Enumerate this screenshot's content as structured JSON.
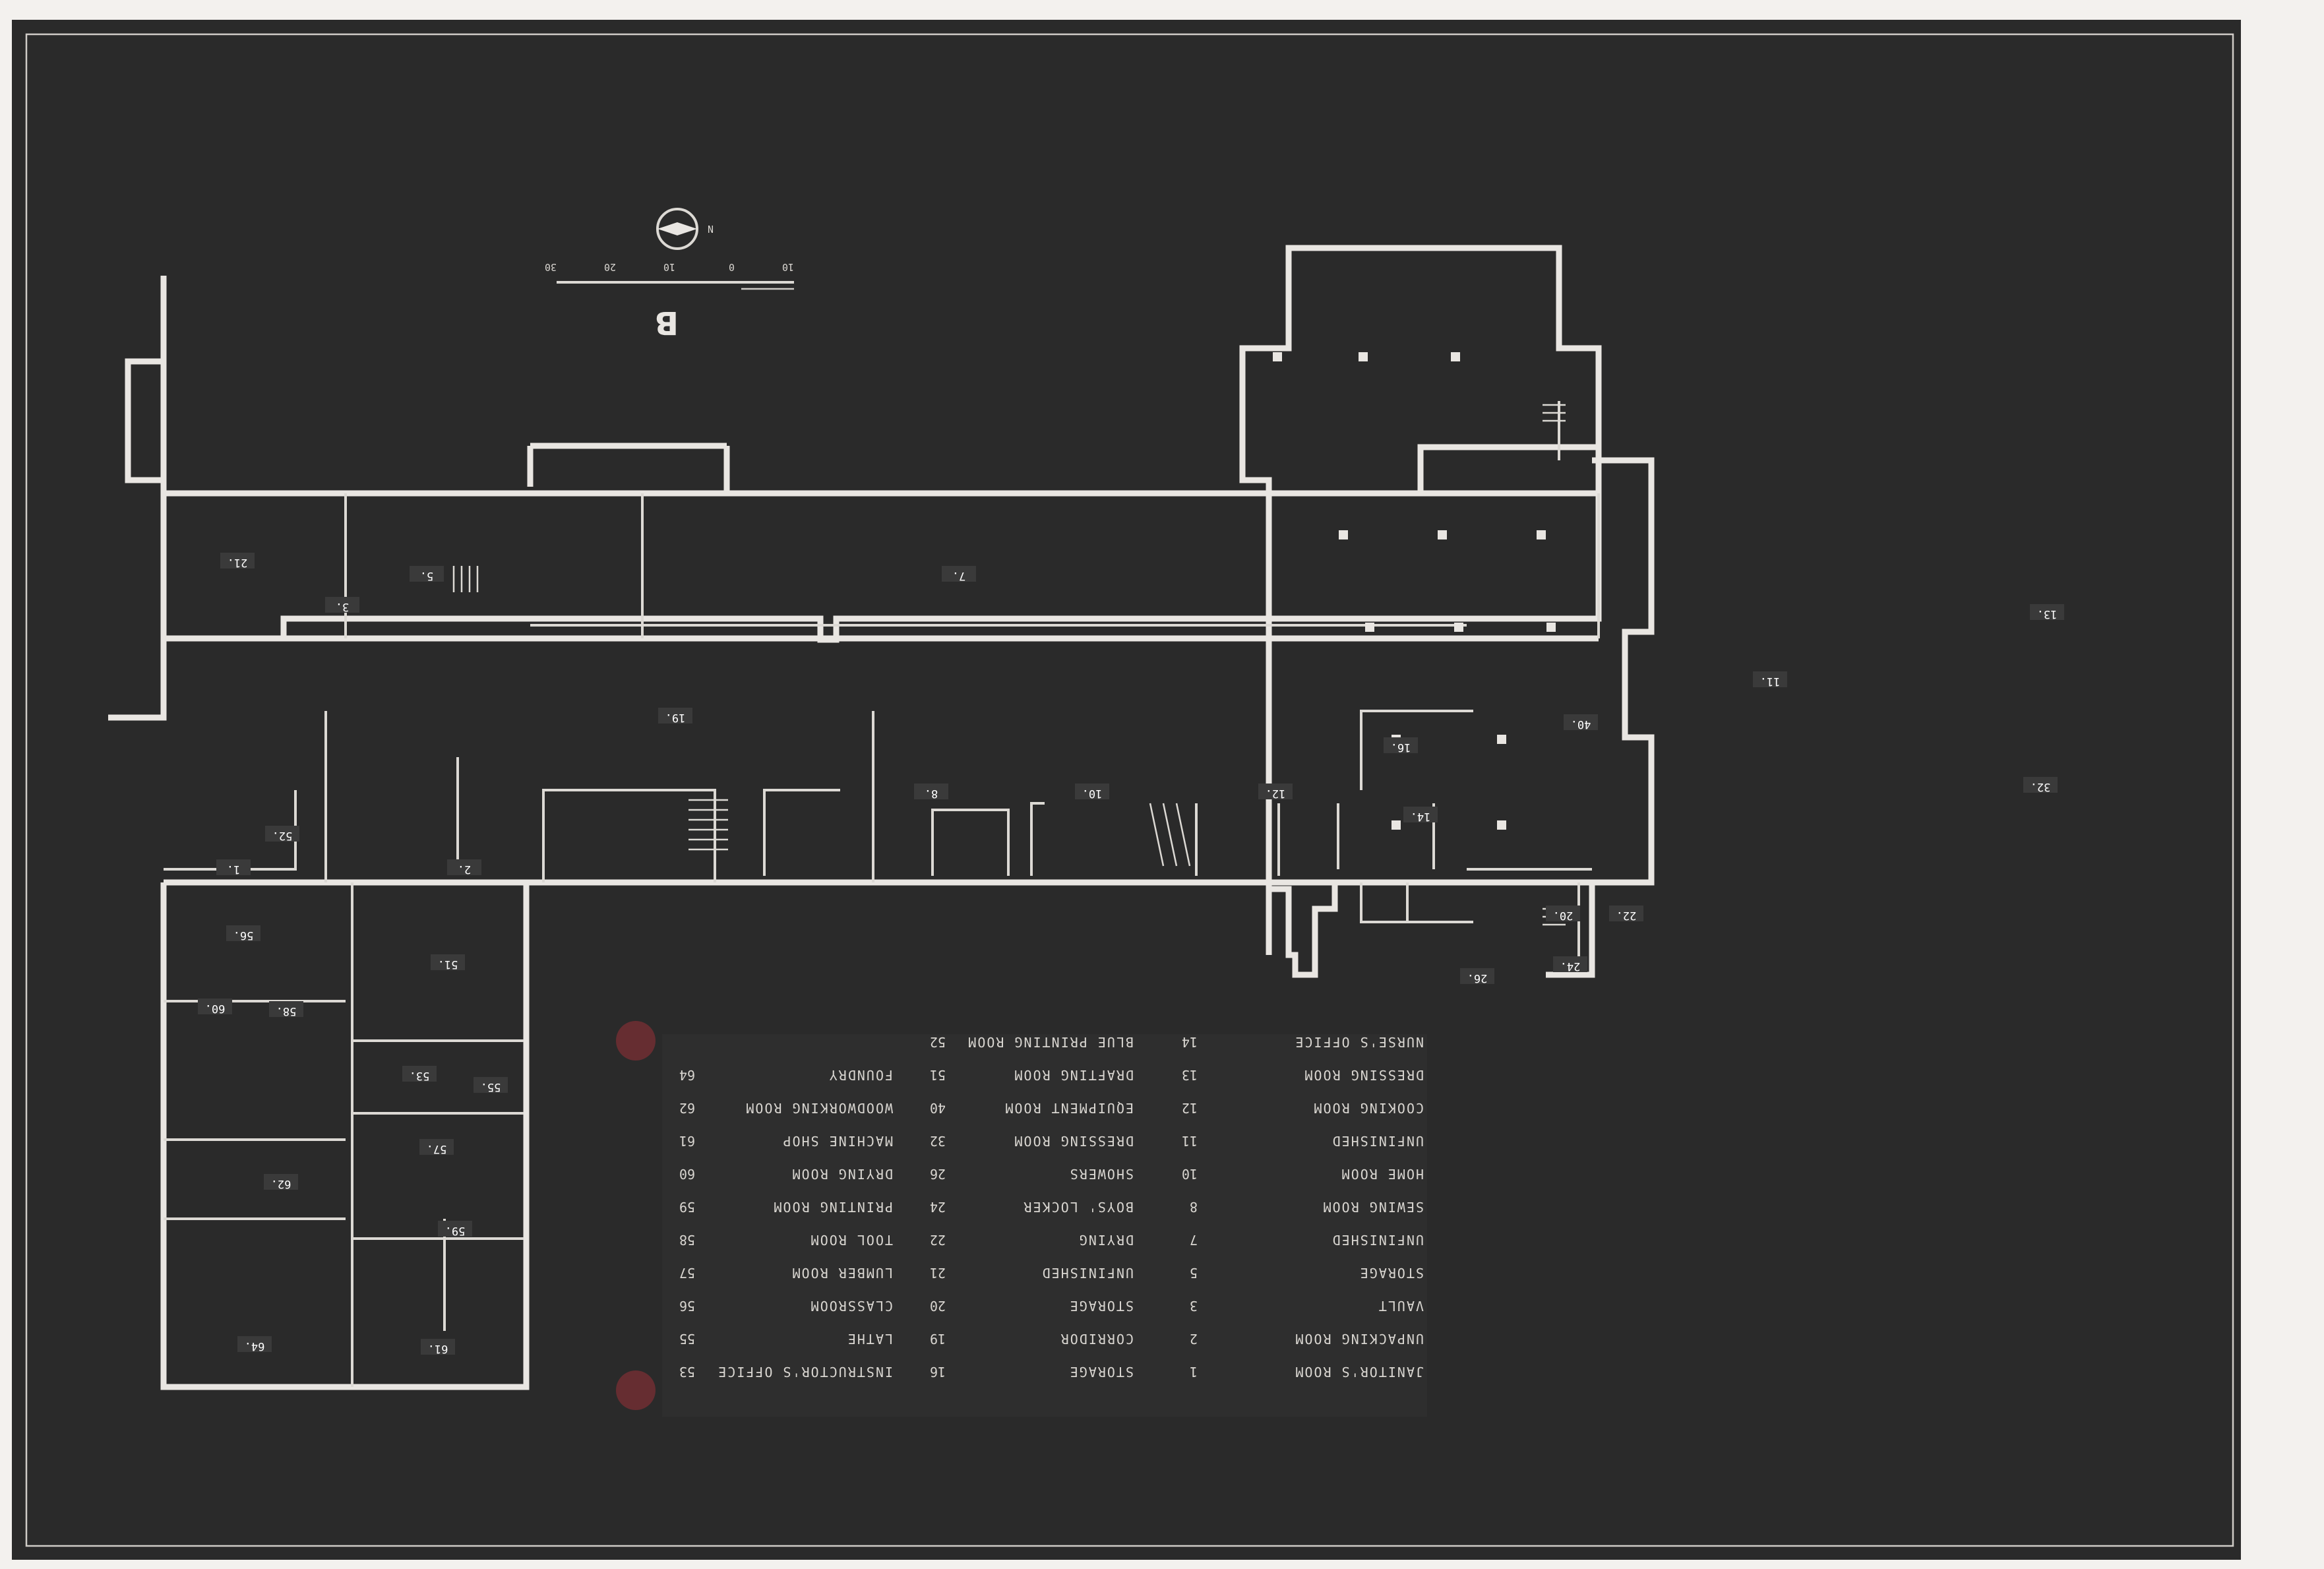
{
  "sheet_letter": "B",
  "north_symbol": "N",
  "scale": {
    "ticks": [
      "30",
      "20",
      "10",
      "0",
      "10"
    ]
  },
  "room_labels": [
    "1.",
    "2.",
    "3.",
    "5.",
    "7.",
    "8.",
    "10.",
    "11.",
    "12.",
    "13.",
    "14.",
    "16.",
    "19.",
    "20.",
    "21.",
    "22.",
    "24.",
    "26.",
    "32.",
    "40.",
    "51.",
    "52.",
    "53.",
    "55.",
    "56.",
    "57.",
    "58.",
    "59.",
    "60.",
    "61.",
    "62.",
    "64."
  ],
  "legend": [
    {
      "num": "1",
      "name": "JANITOR'S ROOM"
    },
    {
      "num": "2",
      "name": "UNPACKING ROOM"
    },
    {
      "num": "3",
      "name": "VAULT"
    },
    {
      "num": "5",
      "name": "STORAGE"
    },
    {
      "num": "7",
      "name": "UNFINISHED"
    },
    {
      "num": "8",
      "name": "SEWING ROOM"
    },
    {
      "num": "10",
      "name": "HOME ROOM"
    },
    {
      "num": "11",
      "name": "UNFINISHED"
    },
    {
      "num": "12",
      "name": "COOKING ROOM"
    },
    {
      "num": "13",
      "name": "DRESSING ROOM"
    },
    {
      "num": "14",
      "name": "NURSE'S OFFICE"
    },
    {
      "num": "16",
      "name": "STORAGE"
    },
    {
      "num": "19",
      "name": "CORRIDOR"
    },
    {
      "num": "20",
      "name": "STORAGE"
    },
    {
      "num": "21",
      "name": "UNFINISHED"
    },
    {
      "num": "22",
      "name": "DRYING"
    },
    {
      "num": "24",
      "name": "BOYS' LOCKER"
    },
    {
      "num": "26",
      "name": "SHOWERS"
    },
    {
      "num": "32",
      "name": "DRESSING ROOM"
    },
    {
      "num": "40",
      "name": "EQUIPMENT ROOM"
    },
    {
      "num": "51",
      "name": "DRAFTING ROOM"
    },
    {
      "num": "52",
      "name": "BLUE PRINTING ROOM"
    },
    {
      "num": "53",
      "name": "INSTRUCTOR'S OFFICE"
    },
    {
      "num": "55",
      "name": "LATHE"
    },
    {
      "num": "56",
      "name": "CLASSROOM"
    },
    {
      "num": "57",
      "name": "LUMBER ROOM"
    },
    {
      "num": "58",
      "name": "TOOL ROOM"
    },
    {
      "num": "59",
      "name": "PRINTING ROOM"
    },
    {
      "num": "60",
      "name": "DRYING ROOM"
    },
    {
      "num": "61",
      "name": "MACHINE SHOP"
    },
    {
      "num": "62",
      "name": "WOODWORKING ROOM"
    },
    {
      "num": "64",
      "name": "FOUNDRY"
    }
  ]
}
